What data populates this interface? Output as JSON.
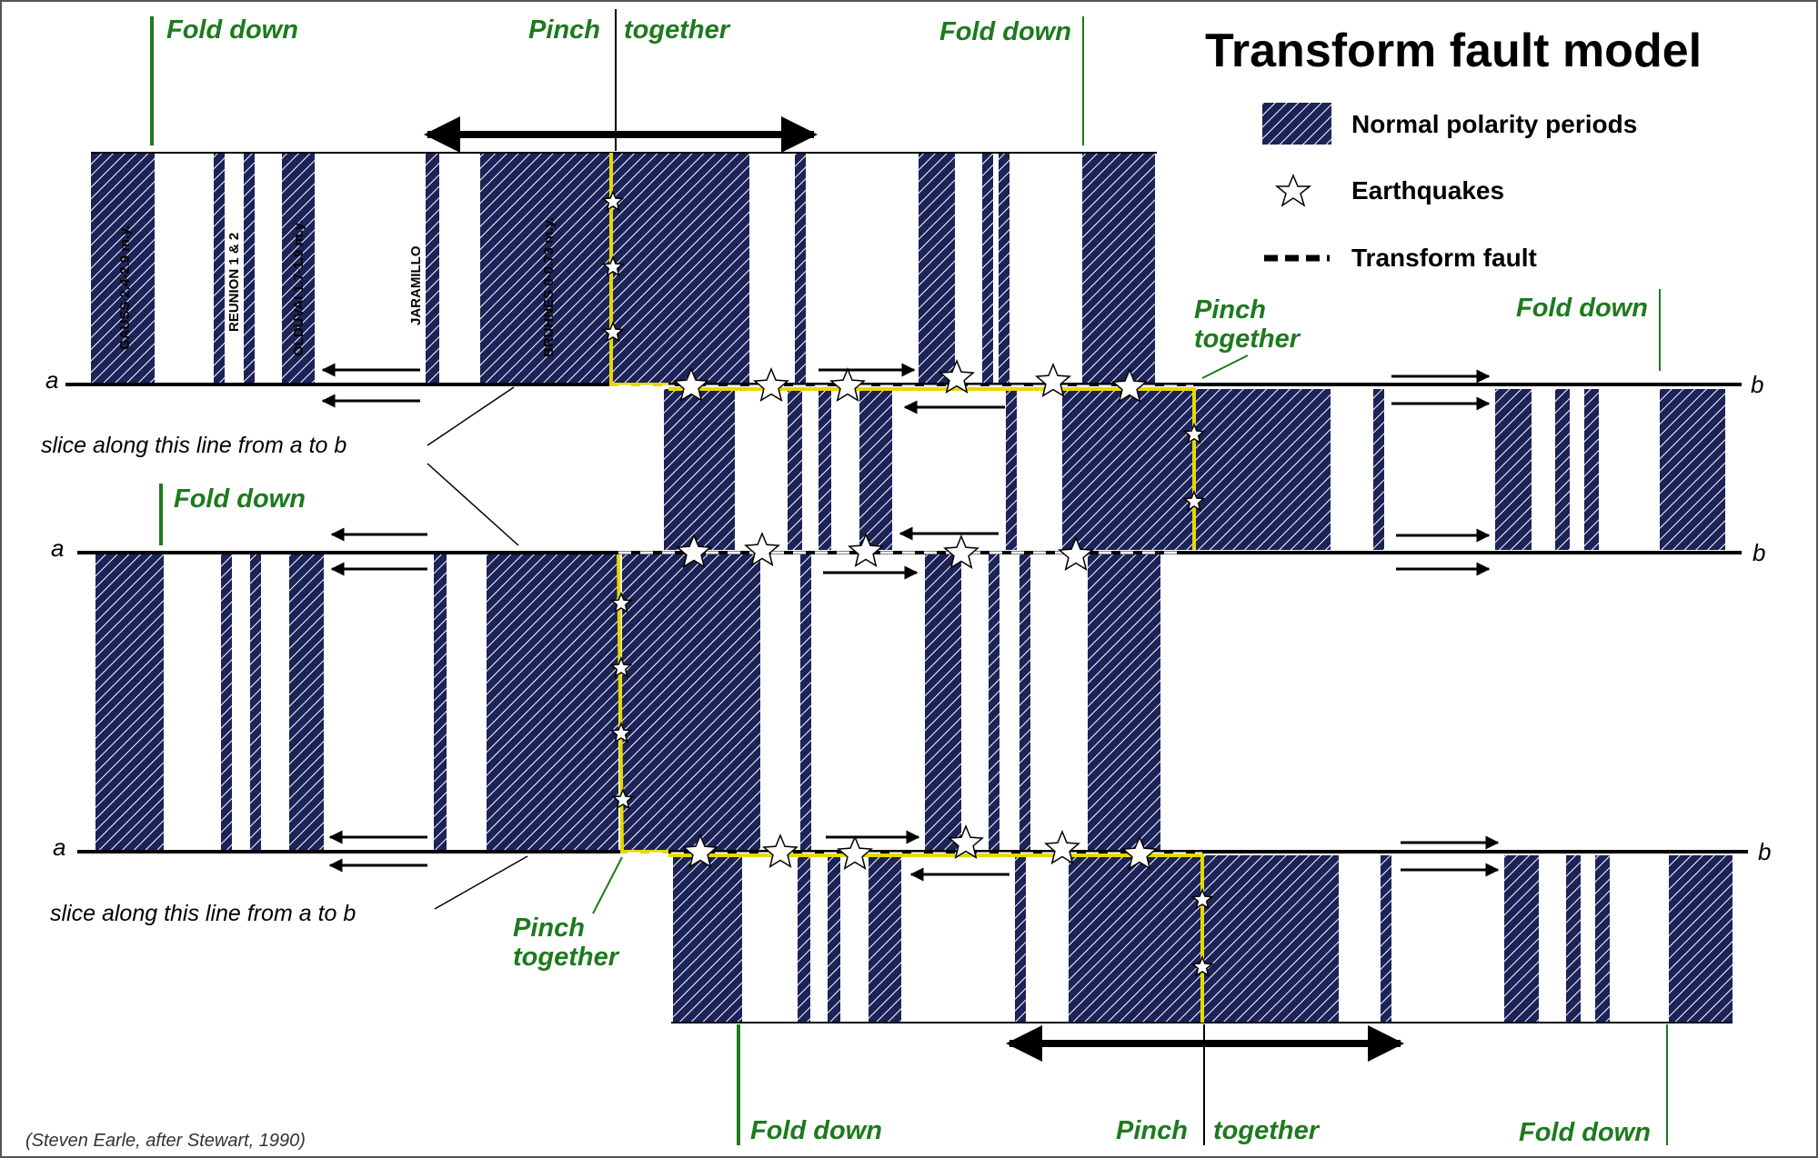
{
  "title": "Transform fault model",
  "legend": {
    "normal_polarity": "Normal polarity periods",
    "earthquakes": "Earthquakes",
    "transform_fault": "Transform fault"
  },
  "colors": {
    "normal_polarity": "#1c2358",
    "fold_label": "#1d7a1d",
    "fault": "#e8d800",
    "star": "#ffffff"
  },
  "annotations": {
    "fold_down": "Fold down",
    "pinch": "Pinch",
    "together": "together",
    "pinch_together": [
      "Pinch",
      "together"
    ],
    "slice_note": "slice along this line from a to b",
    "a": "a",
    "b": "b"
  },
  "chrons": [
    "GAUSS 2.4-2.9 m.y.",
    "REUNION 1 & 2",
    "OLDUVAI 1.7-1.9 m.y.",
    "JARAMILLO",
    "BRUHNES 0-0.73 m.y."
  ],
  "credit": "(Steven Earle, after Stewart, 1990)",
  "icons": [
    "hatched-polarity-swatch-icon",
    "star-earthquake-icon",
    "dashed-fault-line-icon",
    "arrow-icon"
  ]
}
